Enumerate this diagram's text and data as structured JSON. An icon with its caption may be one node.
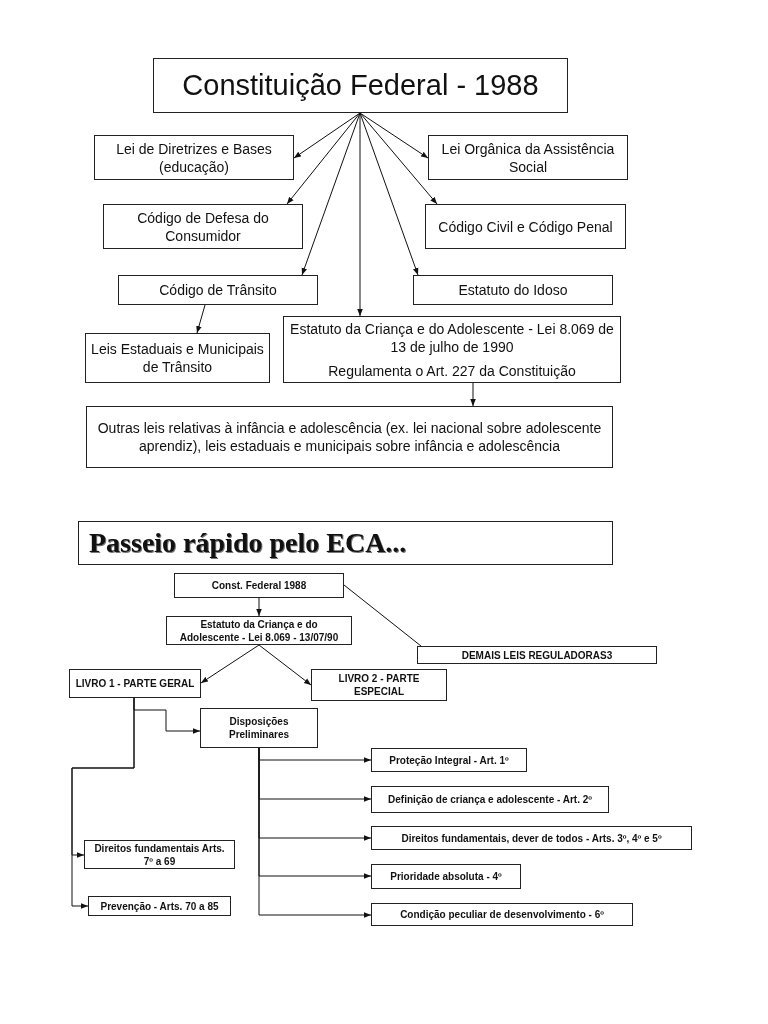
{
  "diagram": {
    "nodes": [
      {
        "text": [
          "Constituição Federal - 1988"
        ]
      },
      {
        "text": [
          "Lei de Diretrizes e Bases (educação)"
        ]
      },
      {
        "text": [
          "Lei Orgânica da Assistência Social"
        ]
      },
      {
        "text": [
          "Código de Defesa do Consumidor"
        ]
      },
      {
        "text": [
          "Código Civil e Código Penal"
        ]
      },
      {
        "text": [
          "Código de Trânsito"
        ]
      },
      {
        "text": [
          "Estatuto do Idoso"
        ]
      },
      {
        "text": [
          "Leis Estaduais e Municipais de Trânsito"
        ]
      },
      {
        "text": [
          "Estatuto da Criança e do Adolescente - Lei 8.069 de 13 de julho de 1990",
          "Regulamenta o Art. 227 da Constituição"
        ]
      },
      {
        "text": [
          "Outras leis relativas à infância e adolescência (ex. lei nacional sobre adolescente aprendiz), leis estaduais e municipais sobre infância e adolescência"
        ]
      },
      {
        "text": [
          "Passeio rápido pelo ECA..."
        ]
      },
      {
        "text": [
          "Const. Federal 1988"
        ]
      },
      {
        "text": [
          "Estatuto da Criança e do Adolescente - Lei 8.069 - 13/07/90"
        ]
      },
      {
        "text": [
          "DEMAIS LEIS REGULADORAS3"
        ]
      },
      {
        "text": [
          "LIVRO 1 - PARTE GERAL"
        ]
      },
      {
        "text": [
          "LIVRO 2 - PARTE ESPECIAL"
        ]
      },
      {
        "text": [
          "Disposições Preliminares"
        ]
      },
      {
        "text": [
          "Proteção Integral - Art. 1º"
        ]
      },
      {
        "text": [
          "Definição de criança e adolescente - Art. 2º"
        ]
      },
      {
        "text": [
          "Direitos fundamentais, dever de todos - Arts. 3º, 4º e 5º"
        ]
      },
      {
        "text": [
          "Prioridade absoluta - 4º"
        ]
      },
      {
        "text": [
          "Condição peculiar de desenvolvimento - 6º"
        ]
      },
      {
        "text": [
          "Direitos fundamentais Arts. 7º a 69"
        ]
      },
      {
        "text": [
          "Prevenção - Arts. 70 a 85"
        ]
      }
    ],
    "edges": [
      {
        "from": 0,
        "to": 1,
        "arrow": "to"
      },
      {
        "from": 0,
        "to": 2,
        "arrow": "to"
      },
      {
        "from": 0,
        "to": 3,
        "arrow": "to"
      },
      {
        "from": 0,
        "to": 4,
        "arrow": "to"
      },
      {
        "from": 0,
        "to": 5,
        "arrow": "to"
      },
      {
        "from": 0,
        "to": 6,
        "arrow": "to"
      },
      {
        "from": 0,
        "to": 8,
        "arrow": "to"
      },
      {
        "from": 5,
        "to": 7,
        "arrow": "to"
      },
      {
        "from": 8,
        "to": 9,
        "arrow": "to"
      },
      {
        "from": 11,
        "to": 12,
        "arrow": "to"
      },
      {
        "from": 11,
        "to": 13,
        "arrow": "none"
      },
      {
        "from": 12,
        "to": 14,
        "arrow": "to"
      },
      {
        "from": 12,
        "to": 15,
        "arrow": "to"
      },
      {
        "from": 14,
        "to": 16,
        "arrow": "to"
      },
      {
        "from": 14,
        "to": 22,
        "arrow": "to"
      },
      {
        "from": 14,
        "to": 23,
        "arrow": "to"
      },
      {
        "from": 16,
        "to": 17,
        "arrow": "to"
      },
      {
        "from": 16,
        "to": 18,
        "arrow": "to"
      },
      {
        "from": 16,
        "to": 19,
        "arrow": "to"
      },
      {
        "from": 16,
        "to": 20,
        "arrow": "to"
      },
      {
        "from": 16,
        "to": 21,
        "arrow": "to"
      }
    ]
  }
}
